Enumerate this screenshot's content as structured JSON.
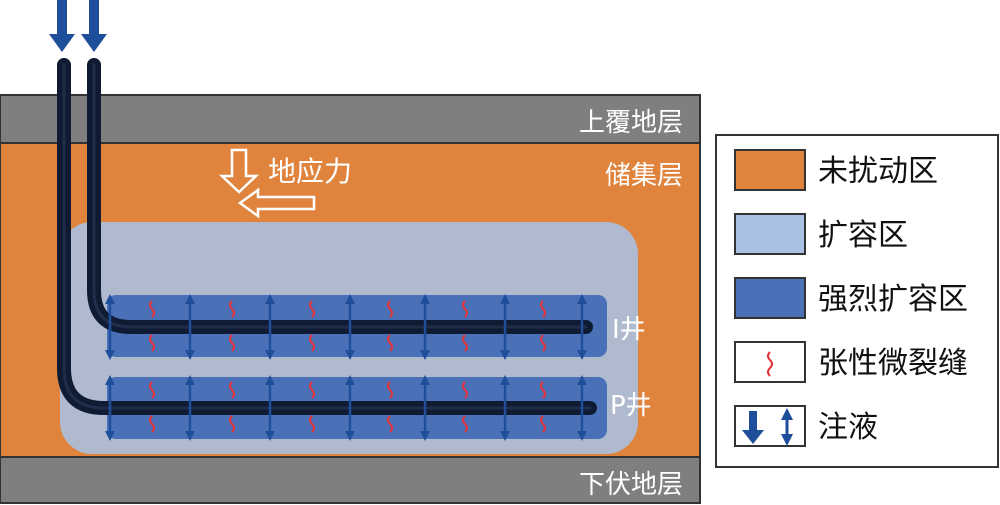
{
  "layers": {
    "overburden": "上覆地层",
    "reservoir": "储集层",
    "underburden": "下伏地层"
  },
  "stress_label": "地应力",
  "wells": {
    "i_well": "I井",
    "p_well": "P井"
  },
  "legend": {
    "items": [
      {
        "label": "未扰动区",
        "symbol": "undisturbed-zone",
        "color": "#E0843D"
      },
      {
        "label": "扩容区",
        "symbol": "dilation-zone",
        "color": "#A9C1E3"
      },
      {
        "label": "强烈扩容区",
        "symbol": "strong-dilation-zone",
        "color": "#4A71B8"
      },
      {
        "label": "张性微裂缝",
        "symbol": "tensile-microcrack-icon",
        "color": "#E0343A"
      },
      {
        "label": "注液",
        "symbol": "injection-arrow-icon",
        "color": "#1F4E9A"
      }
    ]
  },
  "colors": {
    "rock": "#7F7F7F",
    "reservoir": "#E0843D",
    "dilation": "#A9C1E3",
    "strong_dilation": "#4A71B8",
    "well_pipe": "#0F1B33",
    "arrow": "#1F4E9A",
    "crack": "#E0343A"
  }
}
